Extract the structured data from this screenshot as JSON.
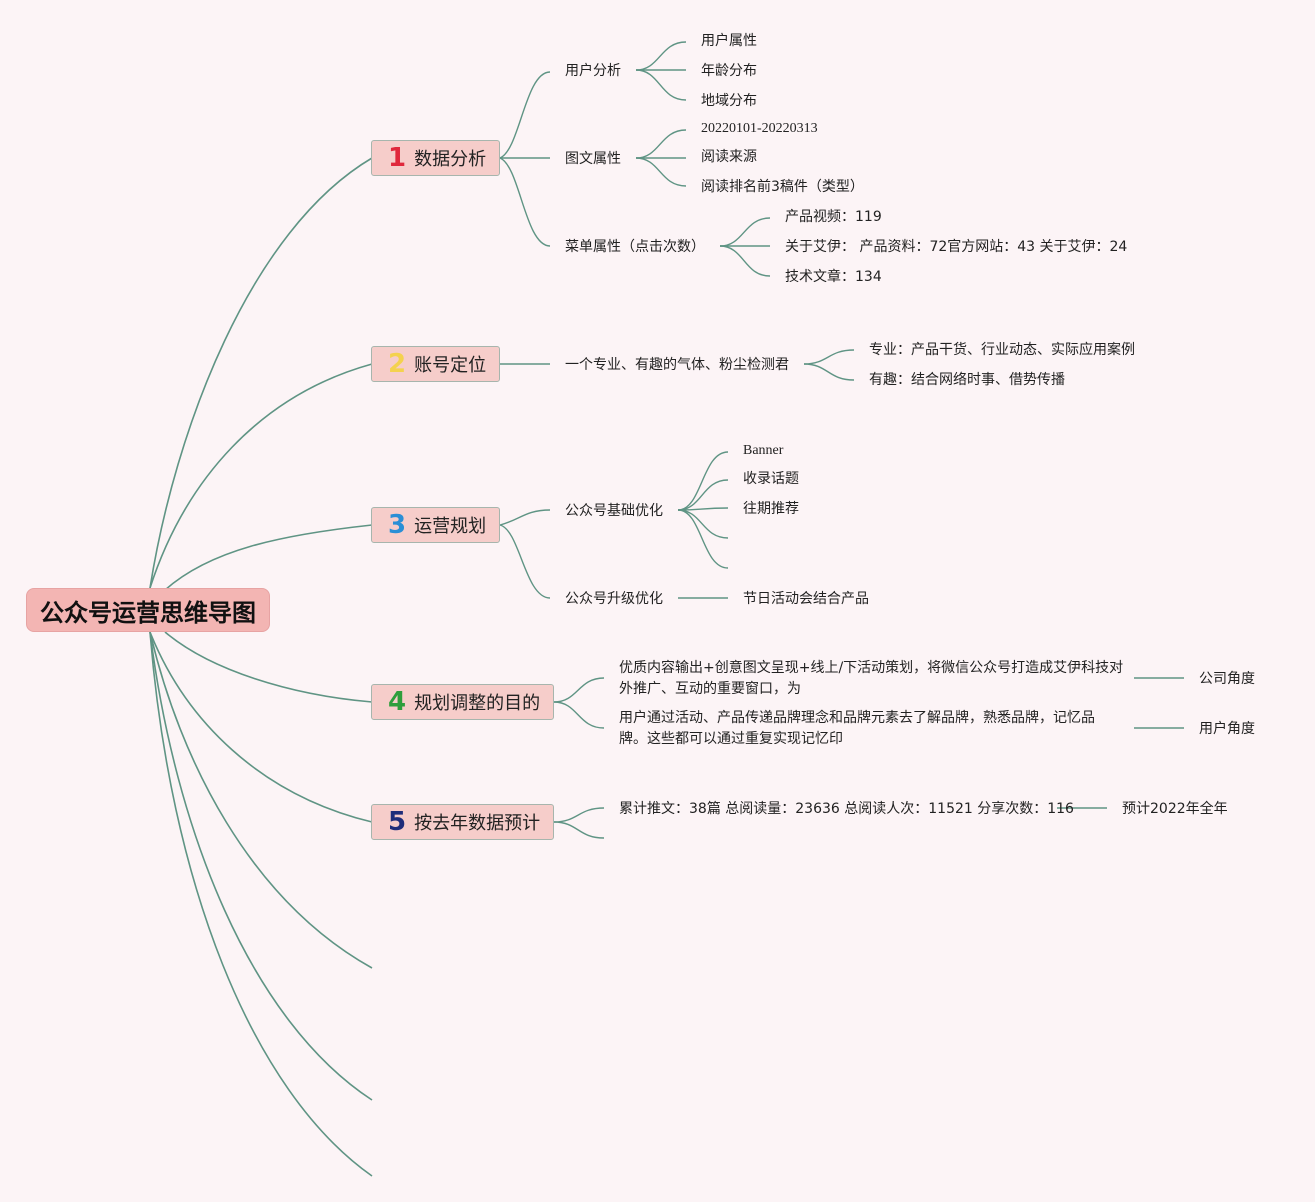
{
  "root": {
    "label": "公众号运营思维导图"
  },
  "branches": [
    {
      "num": "1",
      "num_color": "#e0283c",
      "label": "数据分析"
    },
    {
      "num": "2",
      "num_color": "#f4d24e",
      "label": "账号定位"
    },
    {
      "num": "3",
      "num_color": "#2a8fd6",
      "label": "运营规划"
    },
    {
      "num": "4",
      "num_color": "#2e9e3c",
      "label": "规划调整的目的"
    },
    {
      "num": "5",
      "num_color": "#1f2d7a",
      "label": "按去年数据预计"
    }
  ],
  "b1": {
    "user_analysis": "用户分析",
    "user_items": [
      "用户属性",
      "年龄分布",
      "地域分布"
    ],
    "article_attr": "图文属性",
    "article_items": [
      "20220101-20220313",
      "阅读来源",
      "阅读排名前3稿件（类型）"
    ],
    "menu_attr": "菜单属性（点击次数）",
    "menu_items": [
      "产品视频：119",
      "关于艾伊：  产品资料：72官方网站：43 关于艾伊：24",
      "技术文章：134"
    ]
  },
  "b2": {
    "positioning": "一个专业、有趣的气体、粉尘检测君",
    "items": [
      "专业：产品干货、行业动态、实际应用案例",
      "有趣：结合网络时事、借势传播"
    ]
  },
  "b3": {
    "basic": "公众号基础优化",
    "basic_items": [
      "Banner",
      "收录话题",
      "往期推荐"
    ],
    "upgrade": "公众号升级优化",
    "upgrade_item": "节日活动会结合产品"
  },
  "b4": {
    "company_text": "优质内容输出+创意图文呈现+线上/下活动策划，将微信公众号打造成艾伊科技对外推广、互动的重要窗口，为",
    "company_label": "公司角度",
    "user_text": "用户通过活动、产品传递品牌理念和品牌元素去了解品牌，熟悉品牌，记忆品牌。这些都可以通过重复实现记忆印",
    "user_label": "用户角度"
  },
  "b5": {
    "stats": "累计推文：38篇 总阅读量：23636 总阅读人次：11521 分享次数：116",
    "forecast": "预计2022年全年"
  }
}
